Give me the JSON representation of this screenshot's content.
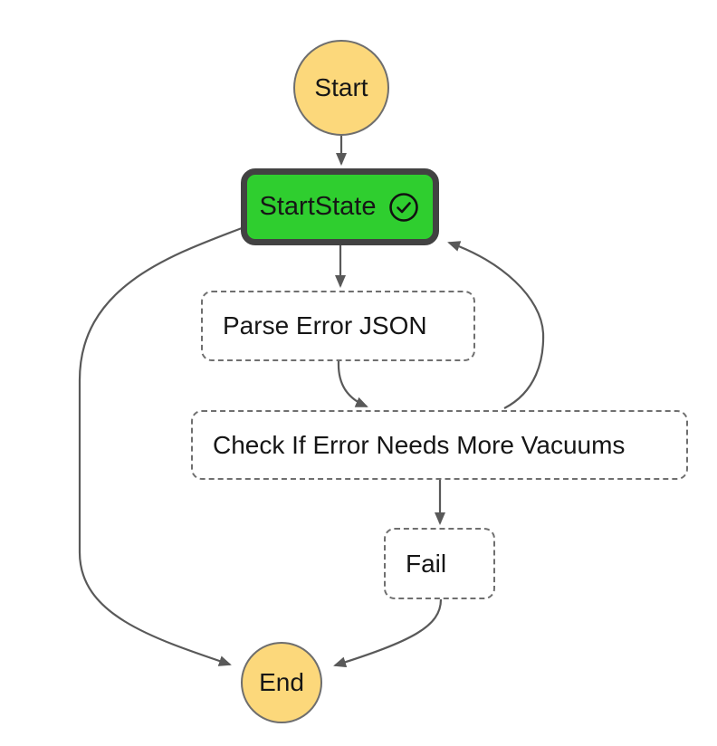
{
  "diagram": {
    "type": "state-machine-flow",
    "nodes": {
      "start": {
        "label": "Start",
        "kind": "terminal"
      },
      "start_state": {
        "label": "StartState",
        "kind": "state-selected",
        "status_icon": "check-circle"
      },
      "parse_error_json": {
        "label": "Parse Error JSON",
        "kind": "state"
      },
      "check_vacuums": {
        "label": "Check If Error Needs More Vacuums",
        "kind": "state"
      },
      "fail": {
        "label": "Fail",
        "kind": "state"
      },
      "end": {
        "label": "End",
        "kind": "terminal"
      }
    },
    "edges": [
      {
        "from": "start",
        "to": "start_state"
      },
      {
        "from": "start_state",
        "to": "parse_error_json"
      },
      {
        "from": "parse_error_json",
        "to": "check_vacuums"
      },
      {
        "from": "check_vacuums",
        "to": "fail"
      },
      {
        "from": "check_vacuums",
        "to": "start_state"
      },
      {
        "from": "fail",
        "to": "end"
      },
      {
        "from": "start_state",
        "to": "end"
      }
    ],
    "colors": {
      "terminal_fill": "#FCD87B",
      "terminal_border": "#6E6E6E",
      "selected_fill": "#2FCE2F",
      "selected_border": "#424242",
      "state_border": "#6F6F6F",
      "edge": "#595959",
      "text": "#161616",
      "background": "#FFFFFF"
    }
  }
}
